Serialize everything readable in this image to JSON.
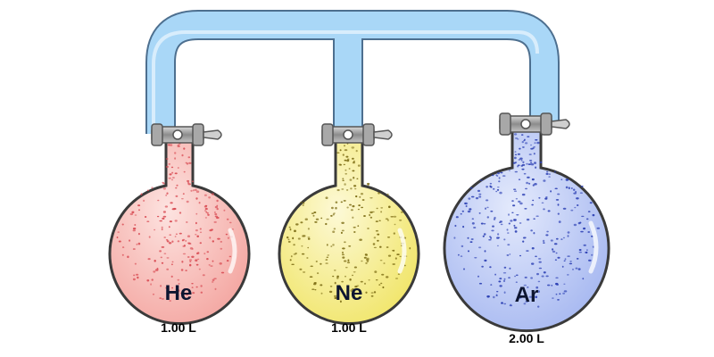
{
  "flasks": [
    {
      "gas": "He",
      "volume": "1.00 L",
      "fill": "#f4a9a4",
      "fill_light": "#fde3e0",
      "dots": "#d84a52"
    },
    {
      "gas": "Ne",
      "volume": "1.00 L",
      "fill": "#f1e66e",
      "fill_light": "#fdf9d6",
      "dots": "#7a6a12"
    },
    {
      "gas": "Ar",
      "volume": "2.00 L",
      "fill": "#a9baf1",
      "fill_light": "#e4eafc",
      "dots": "#2b3fb3"
    }
  ],
  "colors": {
    "tube_fill": "#a9d7f7",
    "tube_stroke": "#4d6f8f",
    "flask_stroke": "#3a3a3a",
    "valve_body": "#9a9a9a"
  }
}
